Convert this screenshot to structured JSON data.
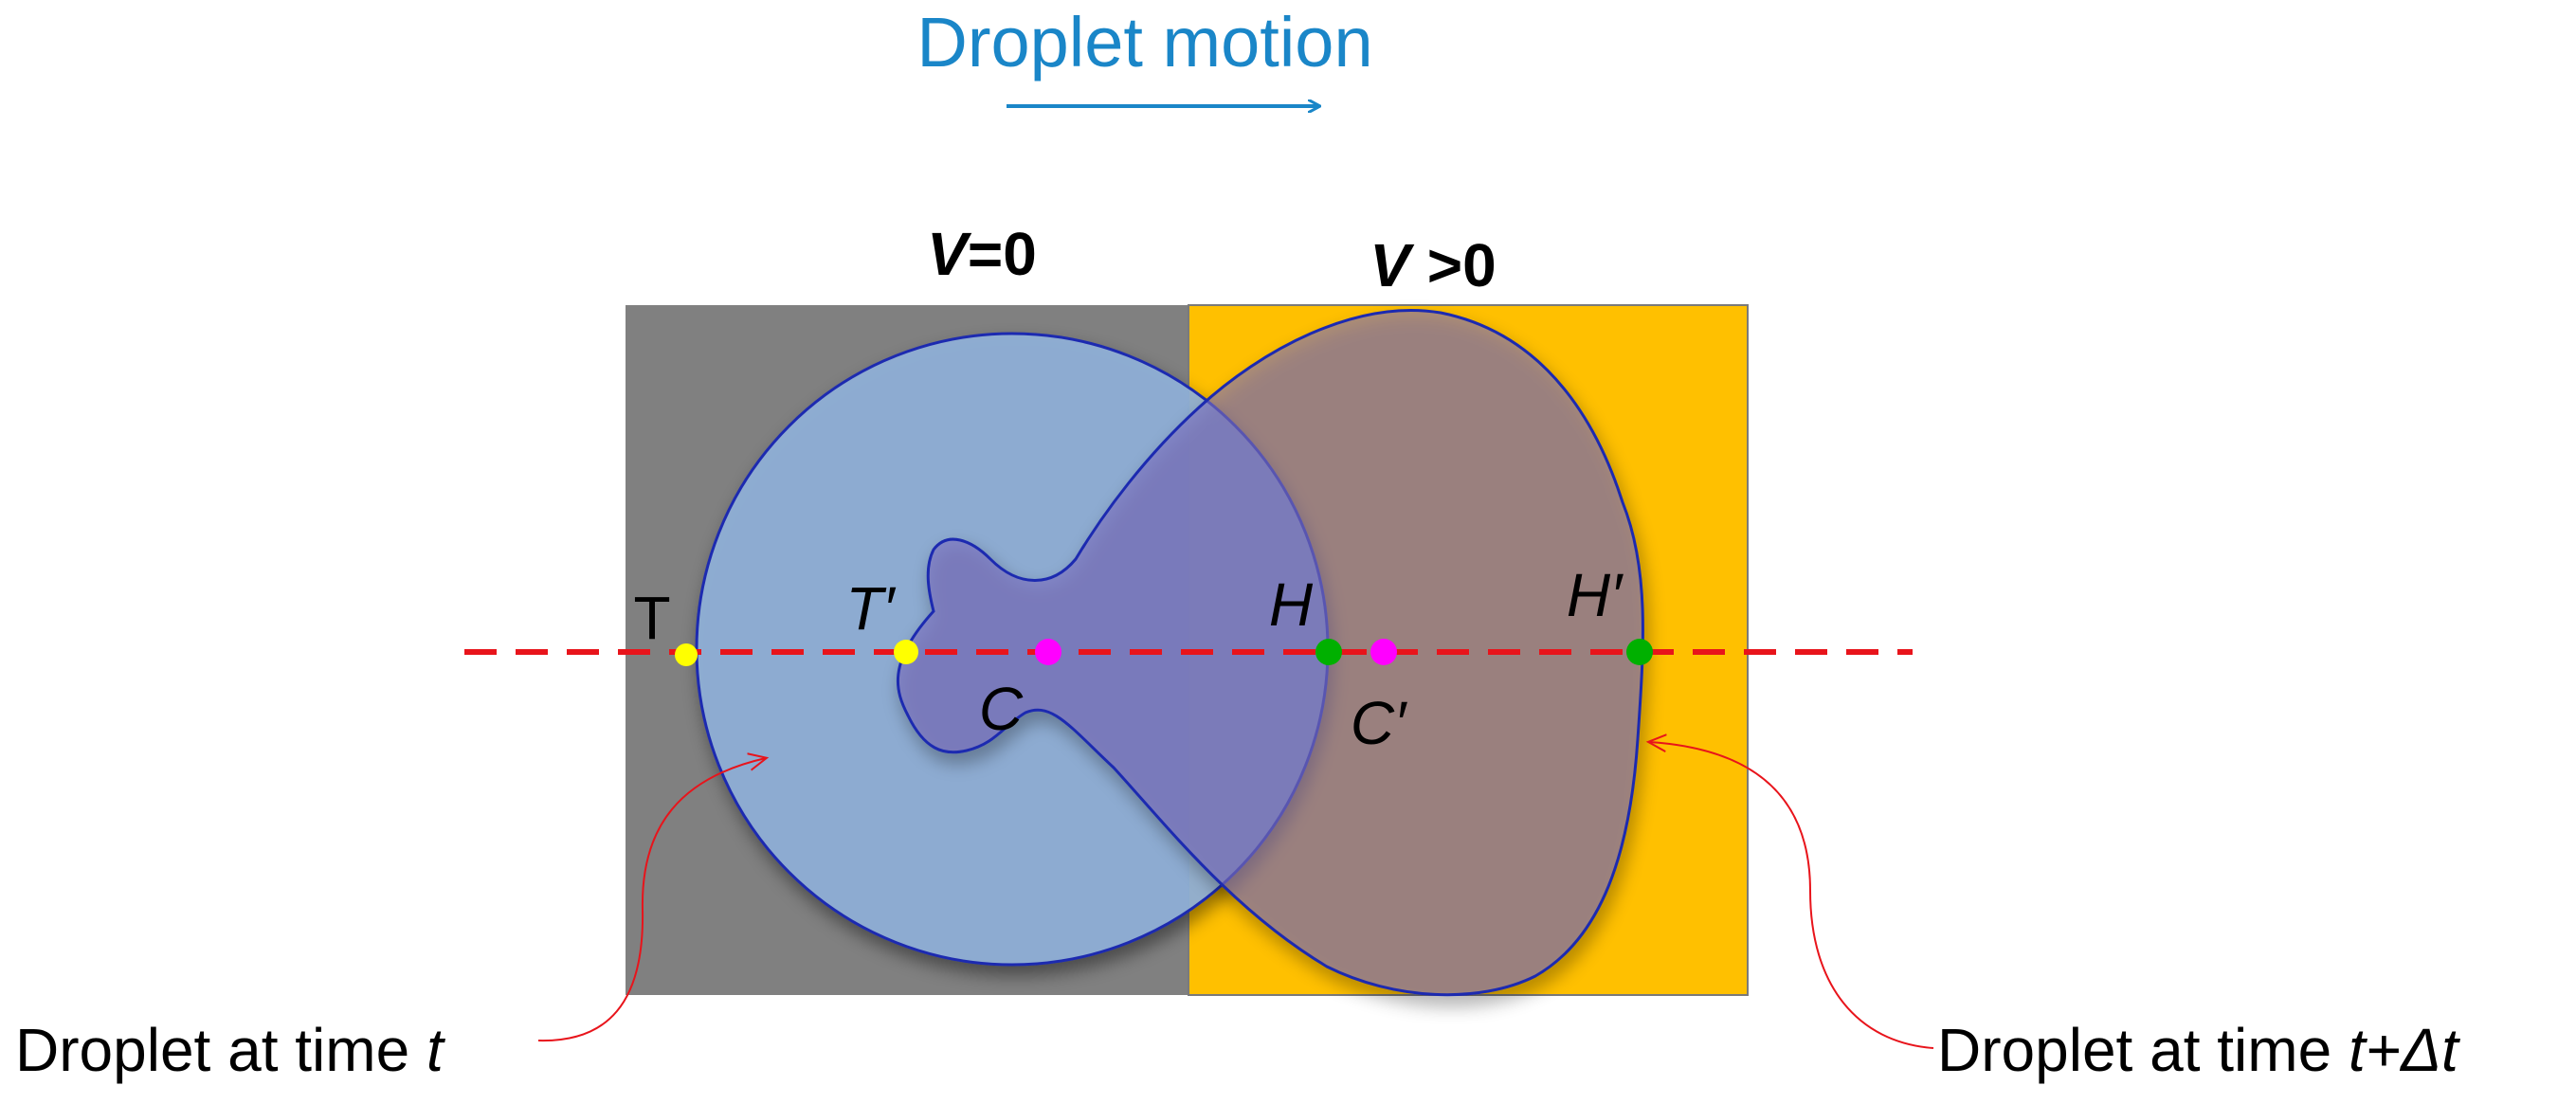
{
  "header": {
    "motion_label": "Droplet motion"
  },
  "regions": {
    "left": {
      "label_var": "V",
      "label_rest": "=0",
      "color": "#808080"
    },
    "right": {
      "label_var": "V",
      "label_rest": " >0",
      "color": "#ffc000"
    }
  },
  "points": {
    "T": "T",
    "T_prime": "T′",
    "C": "C",
    "H": "H",
    "C_prime": "C′",
    "H_prime": "H′"
  },
  "colors": {
    "tail_point": "#ffff00",
    "center_point": "#ff00ff",
    "head_point": "#00b000",
    "axis_line": "#e8141b",
    "droplet_t": "#8fb0d8",
    "droplet_t_dt": "#7a6ec0",
    "droplet_outline": "#1f2bb0"
  },
  "captions": {
    "left_prefix": "Droplet at time ",
    "left_var": "t",
    "right_prefix": "Droplet at time ",
    "right_var": "t+Δt"
  }
}
